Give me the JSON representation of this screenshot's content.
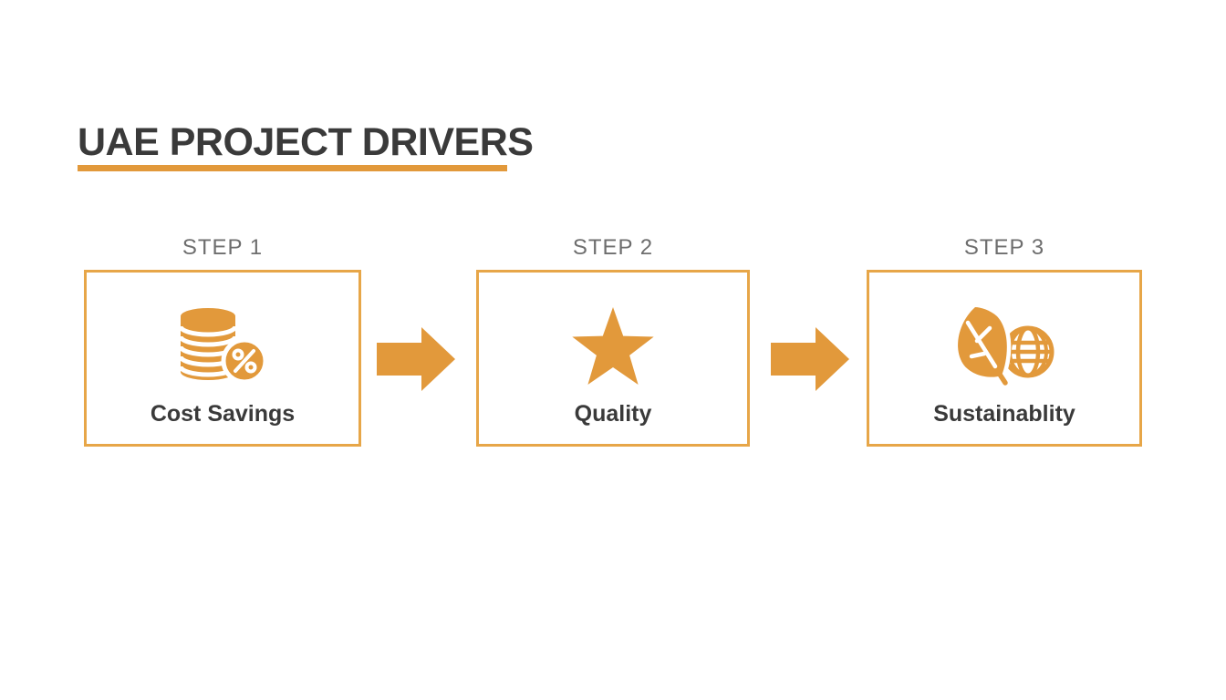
{
  "slide": {
    "background": "#FFFFFF"
  },
  "title": {
    "text": "UAE PROJECT DRIVERS"
  },
  "colors": {
    "accent": "#E2993B",
    "box_border": "#E7A648",
    "title_text": "#3A3A3A",
    "step_label_text": "#6E6E6E",
    "box_title_text": "#3A3A3A"
  },
  "steps": [
    {
      "label": "STEP 1",
      "name": "Cost Savings",
      "icon": "coins-percent-icon"
    },
    {
      "label": "STEP 2",
      "name": "Quality",
      "icon": "star-icon"
    },
    {
      "label": "STEP 3",
      "name": "Sustainablity",
      "icon": "leaf-globe-icon"
    }
  ],
  "connectors": [
    {
      "icon": "arrow-right-icon"
    },
    {
      "icon": "arrow-right-icon"
    }
  ]
}
